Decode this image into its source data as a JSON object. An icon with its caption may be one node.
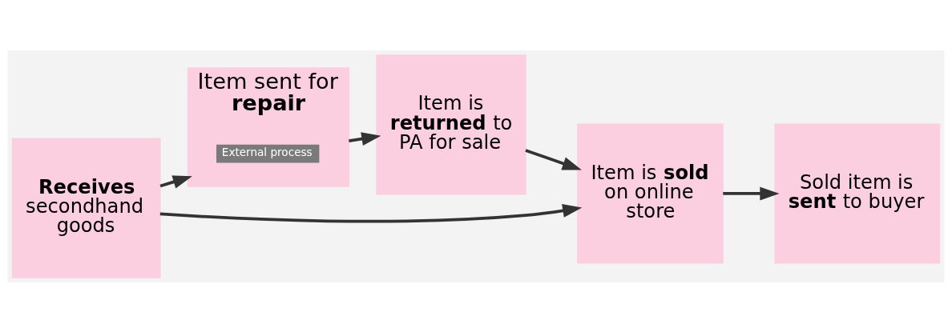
{
  "diagram": {
    "nodes": [
      {
        "text": [
          "**Receives** secondhand goods"
        ]
      },
      {
        "text": [
          "Item sent for **repair**"
        ]
      },
      {
        "text": [
          "External process"
        ],
        "in": 1
      },
      {
        "text": [
          "Item is **returned** to PA for sale"
        ]
      },
      {
        "text": [
          "Item is **sold** on online store"
        ]
      },
      {
        "text": [
          "Sold item is **sent** to buyer"
        ]
      }
    ],
    "edges": [
      {
        "from": 0,
        "to": 1,
        "arrow": "to"
      },
      {
        "from": 0,
        "to": 4,
        "arrow": "to"
      },
      {
        "from": 1,
        "to": 3,
        "arrow": "to"
      },
      {
        "from": 3,
        "to": 4,
        "arrow": "to"
      },
      {
        "from": 4,
        "to": 5,
        "arrow": "to"
      }
    ]
  }
}
